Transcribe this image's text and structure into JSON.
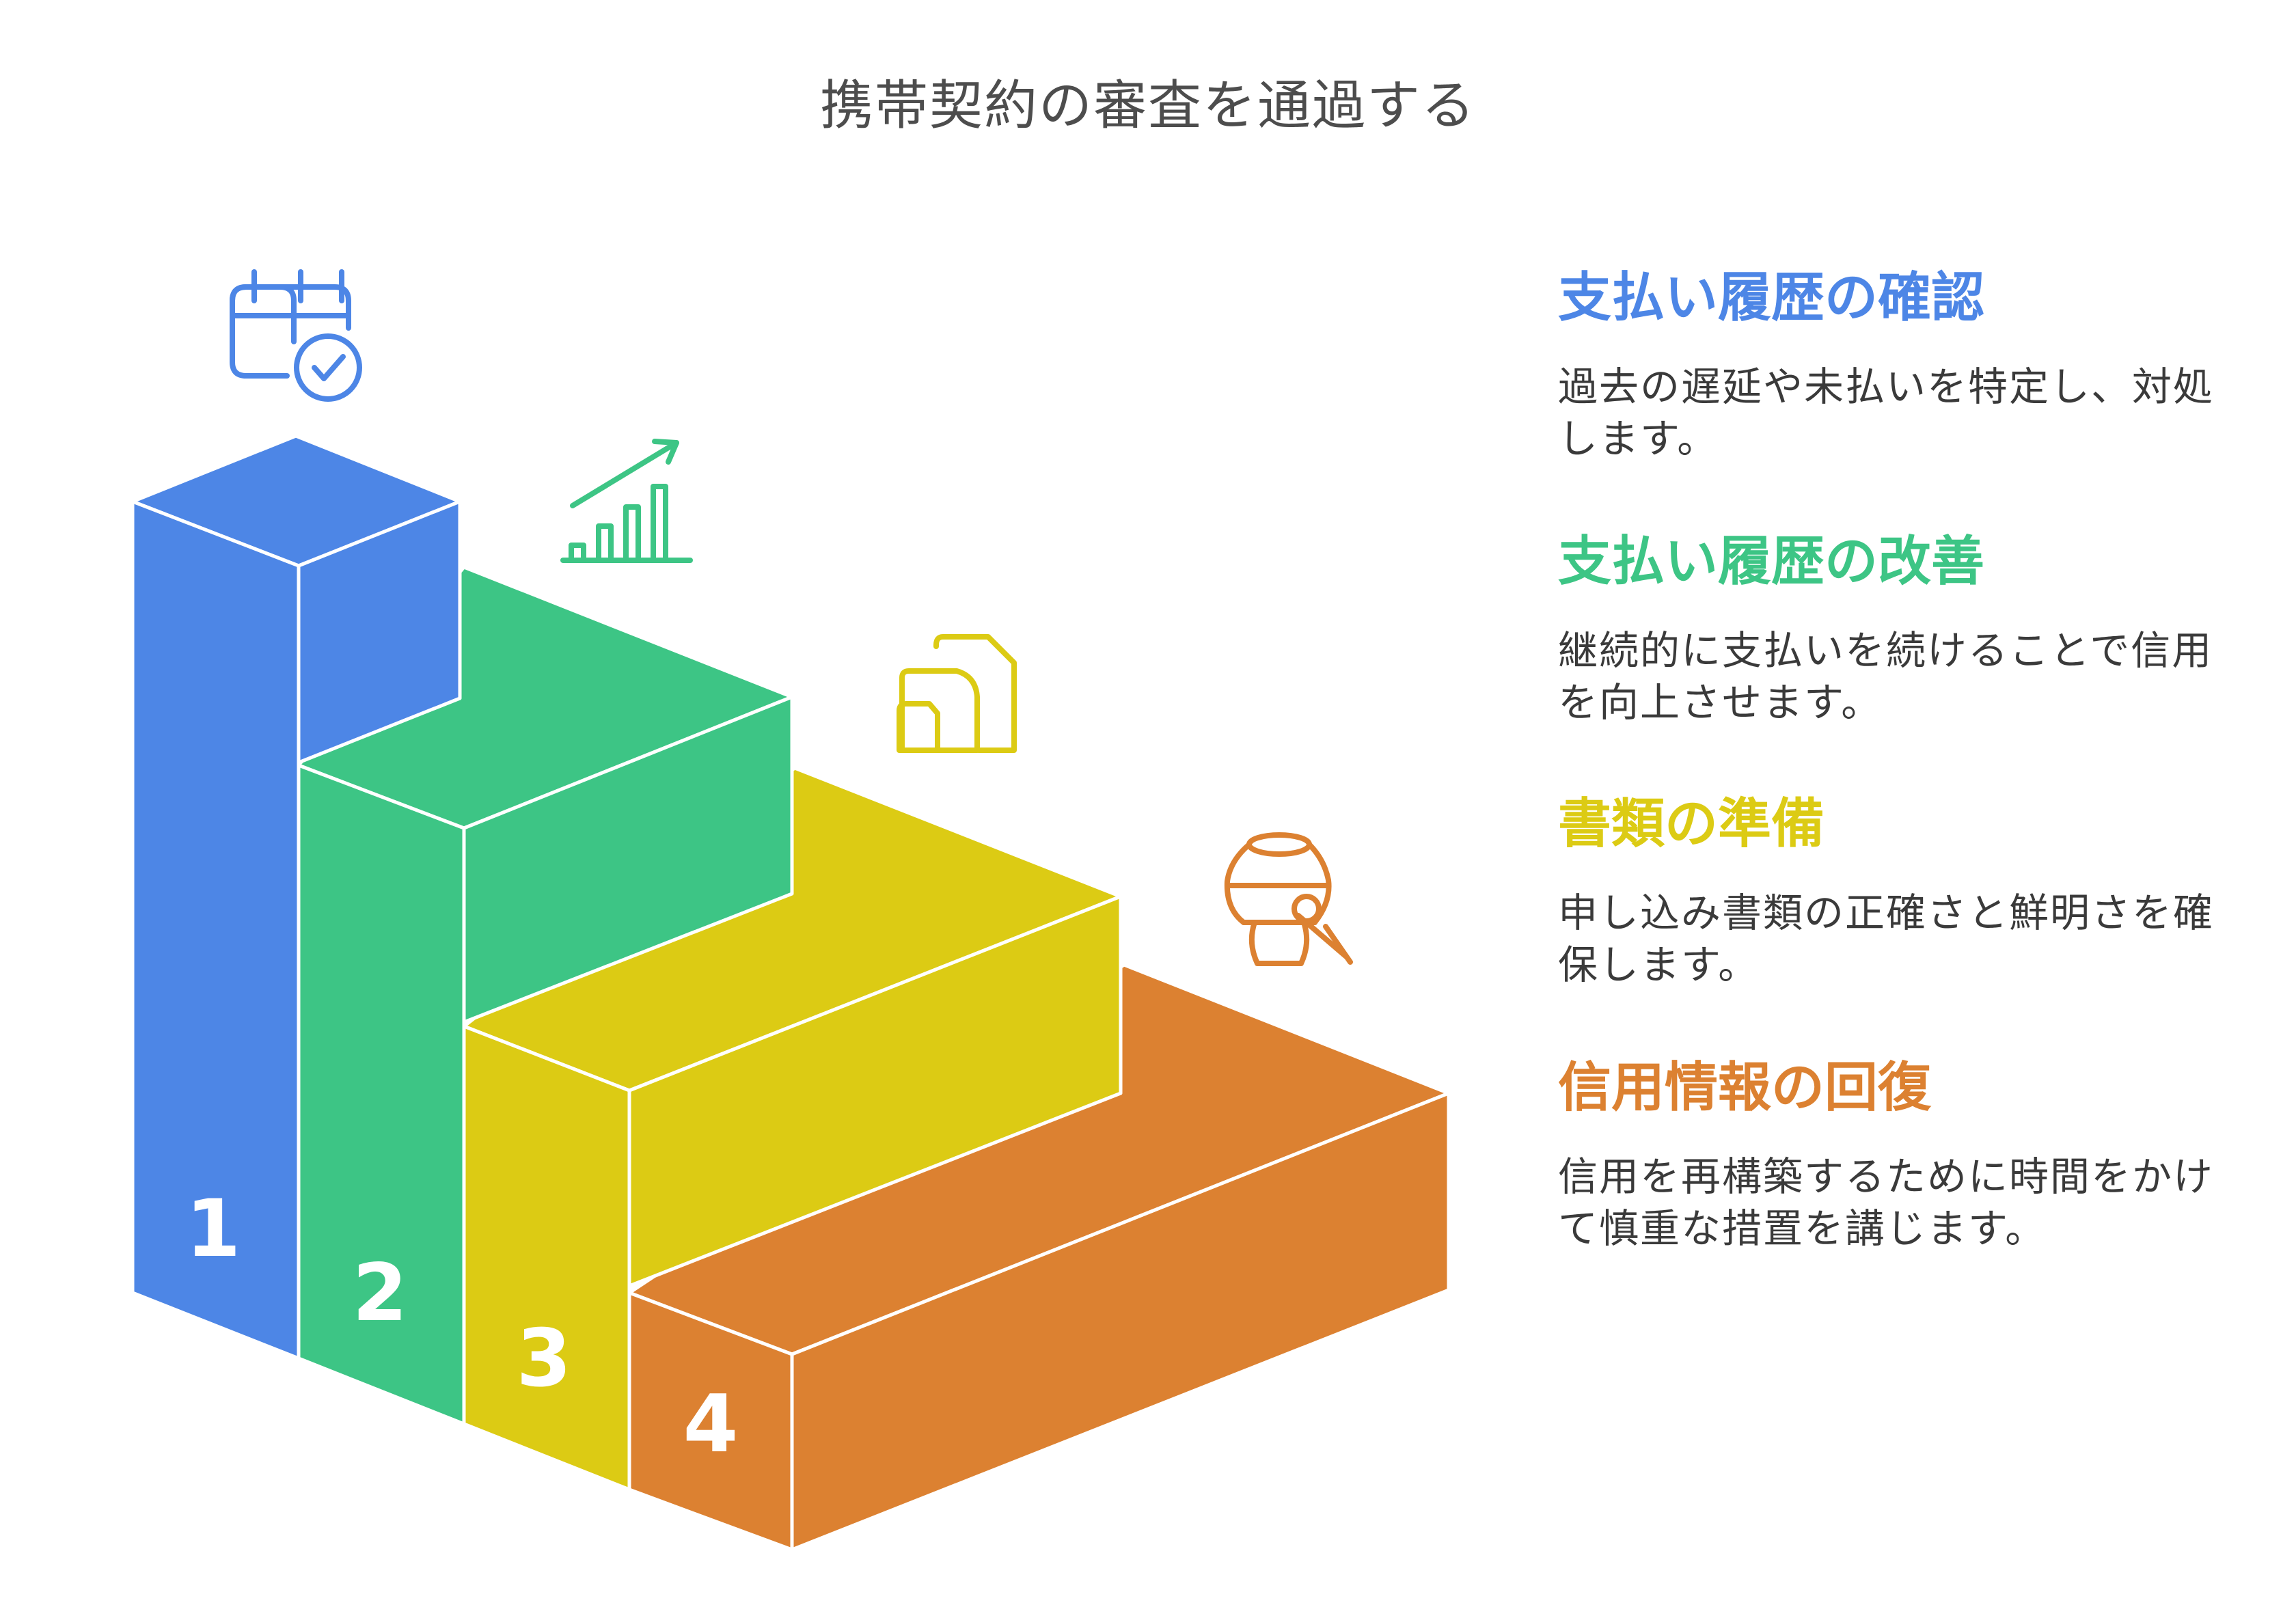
{
  "title": "携帯契約の審査を通過する",
  "colors": {
    "blue": "#4D86E6",
    "green": "#3DC585",
    "yellow": "#DCCB14",
    "orange": "#DC8131",
    "title_text": "#4D4D4D"
  },
  "steps": [
    {
      "number": "1",
      "title": "支払い履歴の確認",
      "description": "過去の遅延や未払いを特定し、対処します。",
      "color": "#4D86E6",
      "icon": "calendar-check-icon"
    },
    {
      "number": "2",
      "title": "支払い履歴の改善",
      "description": "継続的に支払いを続けることで信用を向上させます。",
      "color": "#3DC585",
      "icon": "growth-chart-icon"
    },
    {
      "number": "3",
      "title": "書類の準備",
      "description": "申し込み書類の正確さと鮮明さを確保します。",
      "color": "#DCCB14",
      "icon": "documents-icon"
    },
    {
      "number": "4",
      "title": "信用情報の回復",
      "description": "信用を再構築するために時間をかけて慎重な措置を講じます。",
      "color": "#DC8131",
      "icon": "pottery-repair-icon"
    }
  ]
}
